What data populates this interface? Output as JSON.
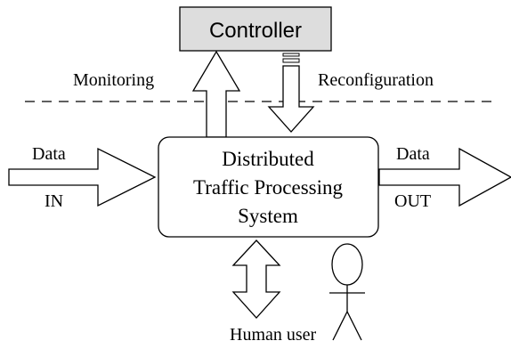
{
  "controller": {
    "label": "Controller",
    "fill": "#dddddd"
  },
  "system": {
    "lines": [
      "Distributed",
      "Traffic Processing",
      "System"
    ]
  },
  "labels": {
    "monitoring": "Monitoring",
    "reconfiguration": "Reconfiguration",
    "data_in_top": "Data",
    "data_in_bottom": "IN",
    "data_out_top": "Data",
    "data_out_bottom": "OUT",
    "human_user": "Human user"
  },
  "colors": {
    "stroke": "#000000",
    "background": "#ffffff"
  }
}
